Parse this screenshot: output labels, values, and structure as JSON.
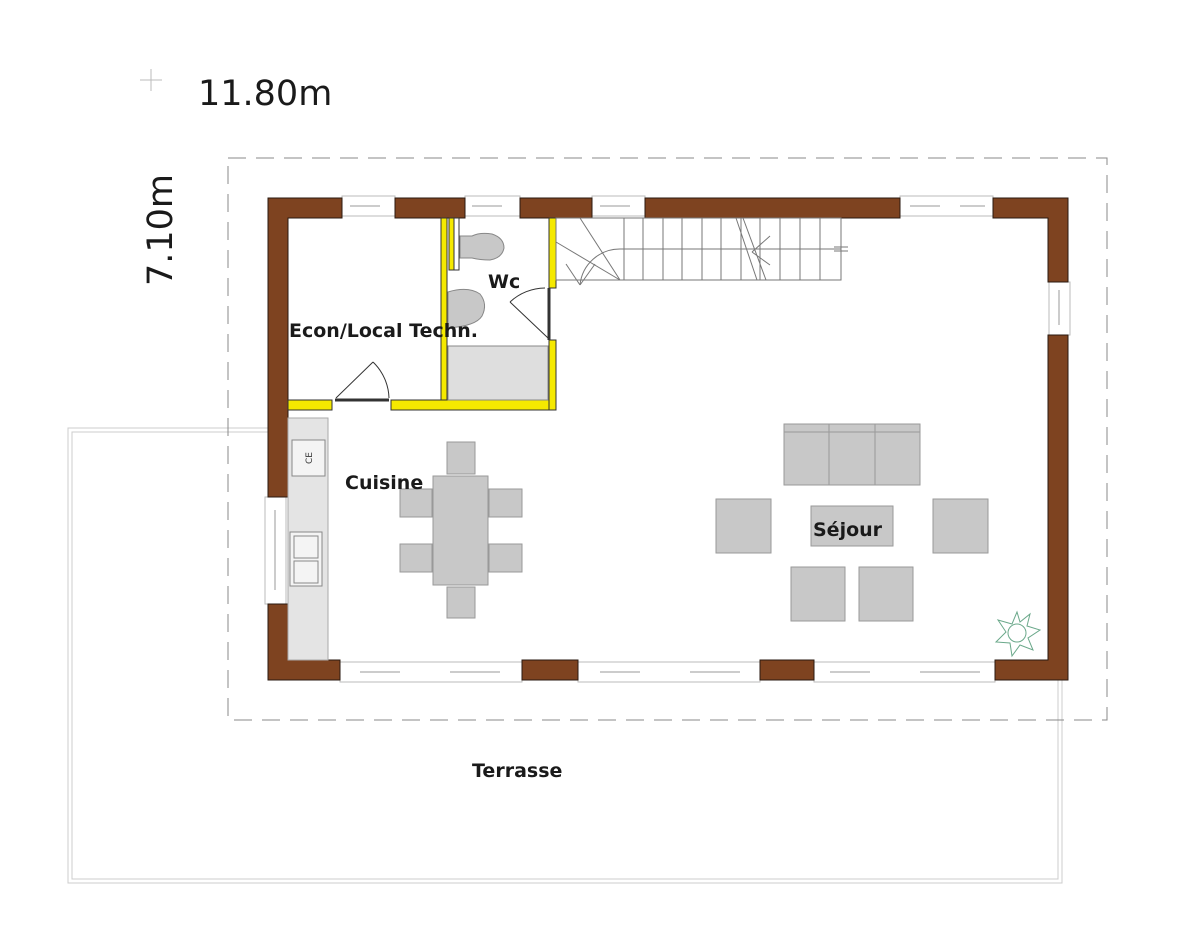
{
  "dimensions": {
    "width_label": "11.80m",
    "depth_label": "7.10m"
  },
  "rooms": {
    "econ": "Econ/Local Techn.",
    "wc": "Wc",
    "cuisine": "Cuisine",
    "sejour": "Séjour",
    "terrasse": "Terrasse"
  },
  "appliances": {
    "ce": "CE"
  },
  "colors": {
    "wall": "#7e4320",
    "partition": "#f5e900",
    "furniture": "#c8c8c8"
  }
}
